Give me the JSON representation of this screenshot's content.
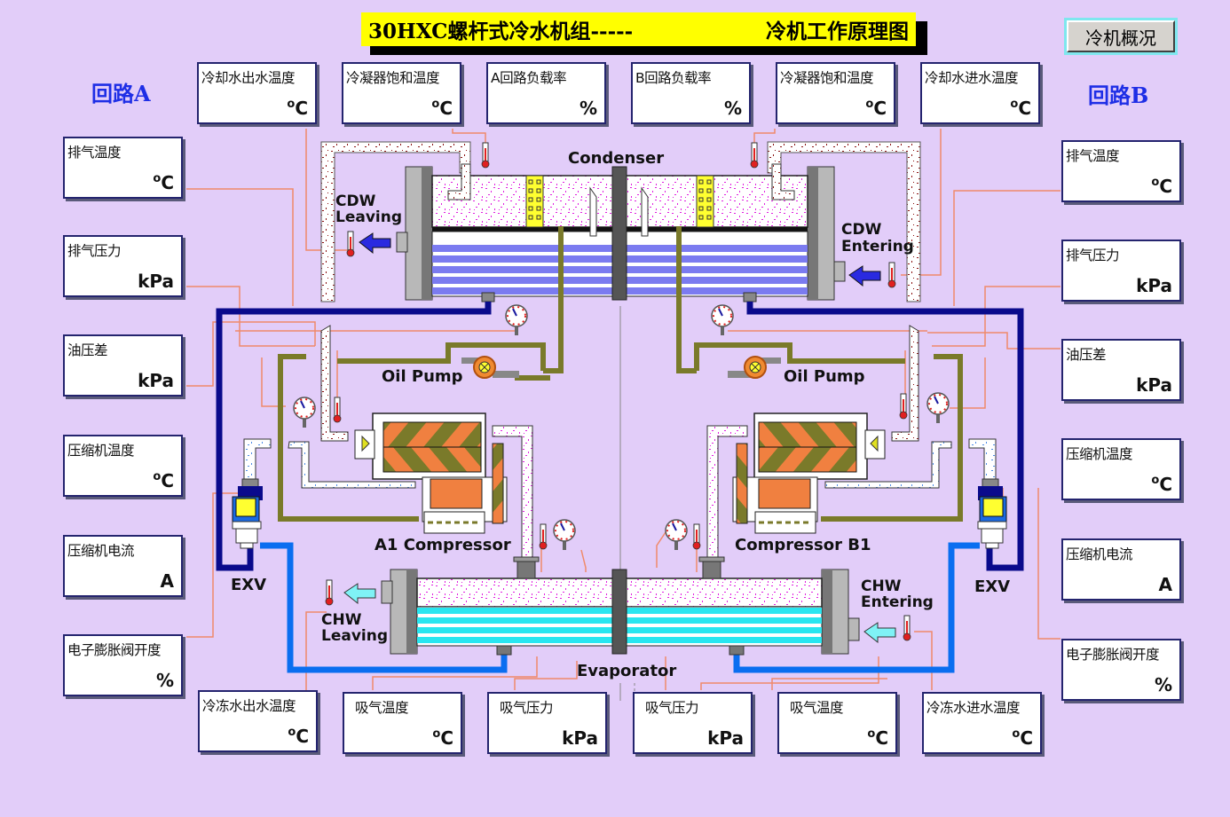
{
  "header": {
    "title_left": "30HXC螺杆式冷水机组-----",
    "title_right": "冷机工作原理图",
    "overview_button": "冷机概况"
  },
  "circuits": {
    "a_label": "回路A",
    "b_label": "回路B"
  },
  "colors": {
    "background": "#e2cdf9",
    "title_bg": "#ffff00",
    "circuit_label": "#1e2ee6",
    "refrigerant_line_dark": "#0a0a8c",
    "chilled_water_line": "#0a6ef0",
    "oil_line": "#7a7a2a",
    "signal_line": "#f08a6a",
    "condenser_tube": "#7b7bf0",
    "evaporator_tube": "#28e6f0"
  },
  "top_boxes": [
    {
      "id": "a-cdw-out-temp",
      "label": "冷却水出水温度",
      "unit": "oC"
    },
    {
      "id": "a-cond-sat-temp",
      "label": "冷凝器饱和温度",
      "unit": "oC"
    },
    {
      "id": "a-load",
      "label": "A回路负载率",
      "unit": "%"
    },
    {
      "id": "b-load",
      "label": "B回路负载率",
      "unit": "%"
    },
    {
      "id": "b-cond-sat-temp",
      "label": "冷凝器饱和温度",
      "unit": "oC"
    },
    {
      "id": "b-cdw-in-temp",
      "label": "冷却水进水温度",
      "unit": "oC"
    }
  ],
  "left_boxes": [
    {
      "id": "a-discharge-temp",
      "label": "排气温度",
      "unit": "oC"
    },
    {
      "id": "a-discharge-press",
      "label": "排气压力",
      "unit": "kPa"
    },
    {
      "id": "a-oil-diff-press",
      "label": "油压差",
      "unit": "kPa"
    },
    {
      "id": "a-comp-temp",
      "label": "压缩机温度",
      "unit": "oC"
    },
    {
      "id": "a-comp-current",
      "label": "压缩机电流",
      "unit": "A"
    },
    {
      "id": "a-exv-opening",
      "label": "电子膨胀阀开度",
      "unit": "%"
    }
  ],
  "right_boxes": [
    {
      "id": "b-discharge-temp",
      "label": "排气温度",
      "unit": "oC"
    },
    {
      "id": "b-discharge-press",
      "label": "排气压力",
      "unit": "kPa"
    },
    {
      "id": "b-oil-diff-press",
      "label": "油压差",
      "unit": "kPa"
    },
    {
      "id": "b-comp-temp",
      "label": "压缩机温度",
      "unit": "oC"
    },
    {
      "id": "b-comp-current",
      "label": "压缩机电流",
      "unit": "A"
    },
    {
      "id": "b-exv-opening",
      "label": "电子膨胀阀开度",
      "unit": "%"
    }
  ],
  "bottom_boxes": [
    {
      "id": "a-chw-out-temp",
      "label": "冷冻水出水温度",
      "unit": "oC"
    },
    {
      "id": "a-suction-temp",
      "label": "吸气温度",
      "unit": "oC"
    },
    {
      "id": "a-suction-press",
      "label": "吸气压力",
      "unit": "kPa"
    },
    {
      "id": "b-suction-press",
      "label": "吸气压力",
      "unit": "kPa"
    },
    {
      "id": "b-suction-temp",
      "label": "吸气温度",
      "unit": "oC"
    },
    {
      "id": "b-chw-in-temp",
      "label": "冷冻水进水温度",
      "unit": "oC"
    }
  ],
  "diagram_labels": {
    "condenser": "Condenser",
    "evaporator": "Evaporator",
    "cdw_leaving_1": "CDW",
    "cdw_leaving_2": "Leaving",
    "cdw_entering_1": "CDW",
    "cdw_entering_2": "Entering",
    "chw_leaving_1": "CHW",
    "chw_leaving_2": "Leaving",
    "chw_entering_1": "CHW",
    "chw_entering_2": "Entering",
    "oil_pump_a": "Oil Pump",
    "oil_pump_b": "Oil Pump",
    "compressor_a": "A1 Compressor",
    "compressor_b": "Compressor B1",
    "exv_a": "EXV",
    "exv_b": "EXV"
  }
}
